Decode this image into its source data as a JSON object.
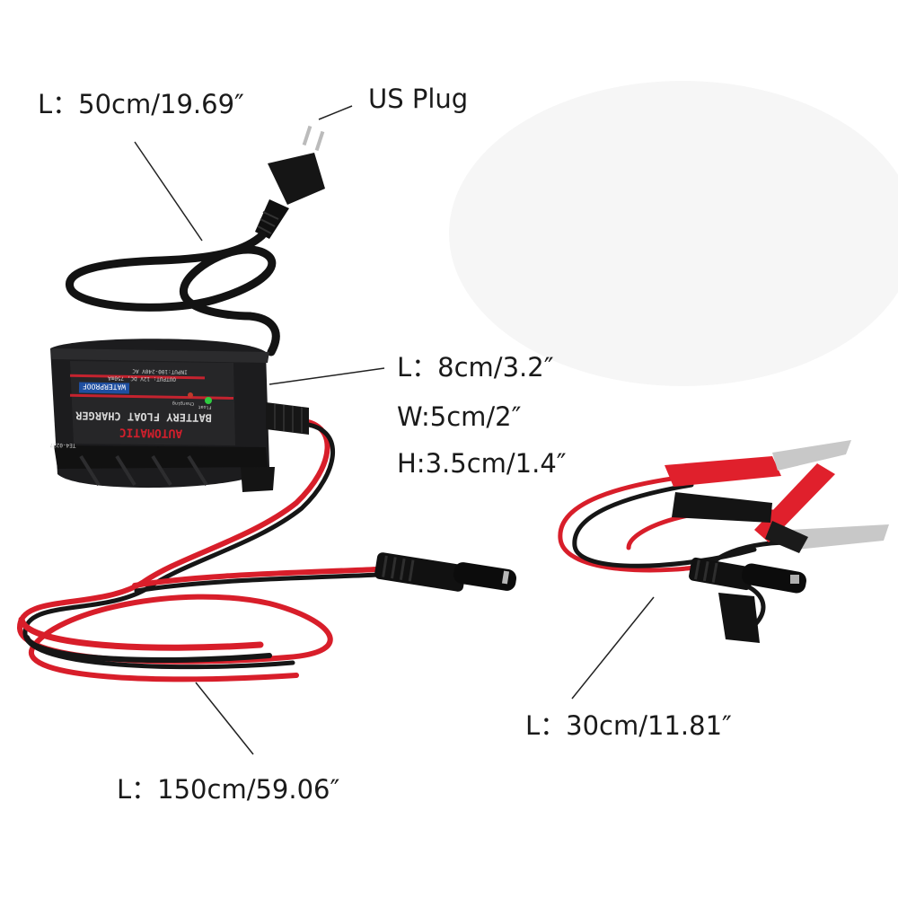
{
  "labels": {
    "plug_cord_length": "L：50cm/19.69″",
    "plug_type": "US Plug",
    "box_length": "L：8cm/3.2″",
    "box_width": "W:5cm/2″",
    "box_height": "H:3.5cm/1.4″",
    "output_cable_length": "L：150cm/59.06″",
    "clip_cable_length": "L：30cm/11.81″"
  },
  "charger_print": {
    "brand": "AUTOMATIC",
    "title": "BATTERY FLOAT CHARGER",
    "waterproof": "WATERPROOF",
    "input": "INPUT:100-240V AC",
    "output": "OUTPUT: 12V DC, 750mA",
    "model": "TE4-0237",
    "led_charging": "Charging",
    "led_float": "Float"
  },
  "colors": {
    "cable_red": "#d81e2a",
    "cable_black": "#161616",
    "clip_red": "#e0202c",
    "housing": "#1c1c1e"
  }
}
